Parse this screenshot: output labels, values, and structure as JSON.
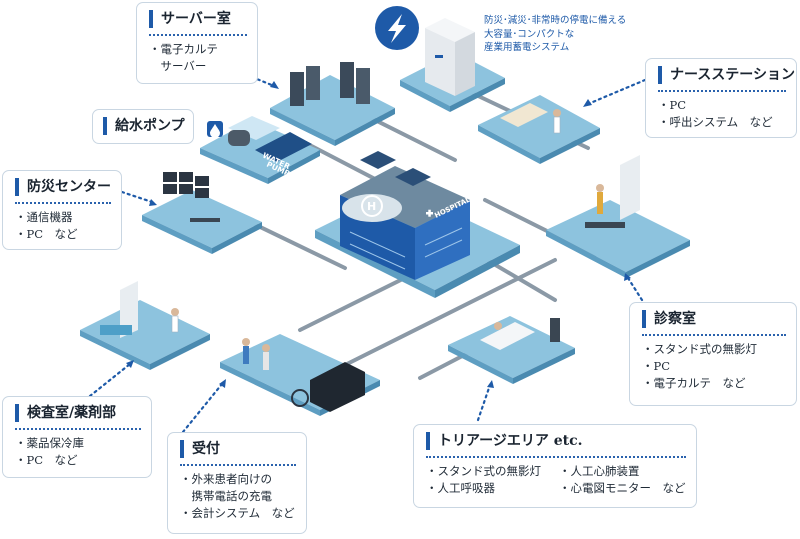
{
  "colors": {
    "accent": "#1e5aa8",
    "platform": "#8dc3de",
    "line": "#8b99a6"
  },
  "battery": {
    "icon": "lightning-bolt-icon",
    "lines": [
      "防災･減災･非常時の停電に備える",
      "大容量･コンパクトな",
      "産業用蓄電システム"
    ]
  },
  "server_room": {
    "title": "サーバー室",
    "items": [
      "・電子カルテ",
      "　サーバー"
    ]
  },
  "water_pump": {
    "title": "給水ポンプ",
    "label_line1": "WATER",
    "label_line2": "PUMP"
  },
  "nurse_station": {
    "title": "ナースステーション",
    "items": [
      "・PC",
      "・呼出システム　など"
    ]
  },
  "disaster_center": {
    "title": "防災センター",
    "items": [
      "・通信機器",
      "・PC　など"
    ]
  },
  "hospital": {
    "sign": "HOSPITAL"
  },
  "exam_room": {
    "title": "診察室",
    "items": [
      "・スタンド式の無影灯",
      "・PC",
      "・電子カルテ　など"
    ]
  },
  "lab": {
    "title": "検査室/薬剤部",
    "items": [
      "・薬品保冷庫",
      "・PC　など"
    ]
  },
  "reception": {
    "title": "受付",
    "items": [
      "・外来患者向けの",
      "　携帯電話の充電",
      "・会計システム　など"
    ]
  },
  "triage": {
    "title": "トリアージエリア etc.",
    "col1": [
      "・スタンド式の無影灯",
      "・人工呼吸器"
    ],
    "col2": [
      "・人工心肺装置",
      "・心電図モニター　など"
    ]
  }
}
